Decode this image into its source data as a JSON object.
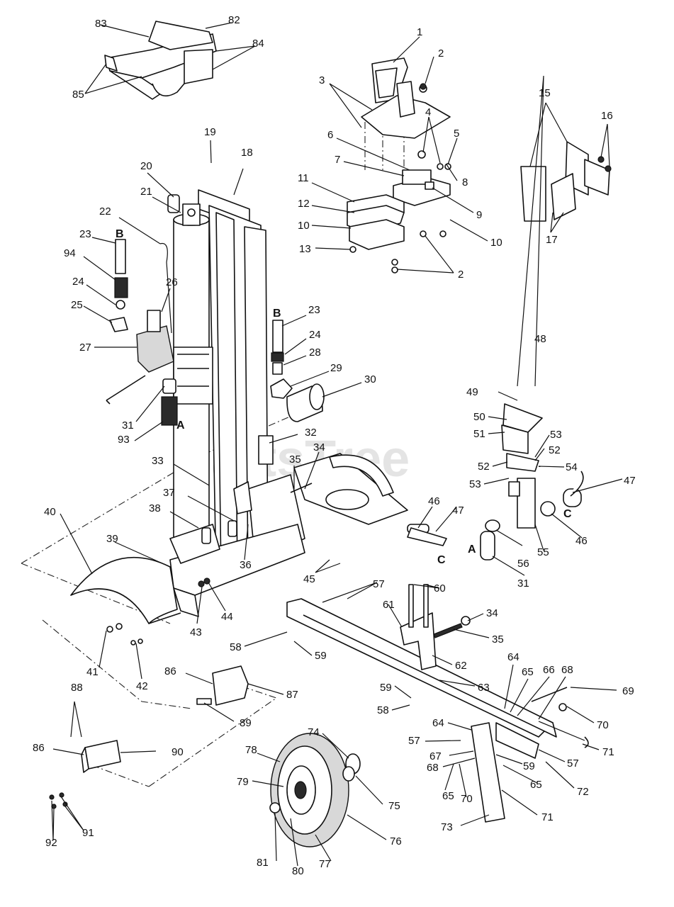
{
  "watermark": "PartsTree",
  "callouts": [
    {
      "id": "c1",
      "text": "1"
    },
    {
      "id": "c2a",
      "text": "2"
    },
    {
      "id": "c2b",
      "text": "2"
    },
    {
      "id": "c3",
      "text": "3"
    },
    {
      "id": "c4",
      "text": "4"
    },
    {
      "id": "c5",
      "text": "5"
    },
    {
      "id": "c6",
      "text": "6"
    },
    {
      "id": "c7",
      "text": "7"
    },
    {
      "id": "c8",
      "text": "8"
    },
    {
      "id": "c9",
      "text": "9"
    },
    {
      "id": "c10a",
      "text": "10"
    },
    {
      "id": "c10b",
      "text": "10"
    },
    {
      "id": "c11",
      "text": "11"
    },
    {
      "id": "c12",
      "text": "12"
    },
    {
      "id": "c13",
      "text": "13"
    },
    {
      "id": "c15",
      "text": "15"
    },
    {
      "id": "c16",
      "text": "16"
    },
    {
      "id": "c17",
      "text": "17"
    },
    {
      "id": "c18",
      "text": "18"
    },
    {
      "id": "c19",
      "text": "19"
    },
    {
      "id": "c20",
      "text": "20"
    },
    {
      "id": "c21",
      "text": "21"
    },
    {
      "id": "c22",
      "text": "22"
    },
    {
      "id": "c23a",
      "text": "23"
    },
    {
      "id": "c23b",
      "text": "23"
    },
    {
      "id": "c24a",
      "text": "24"
    },
    {
      "id": "c24b",
      "text": "24"
    },
    {
      "id": "c25",
      "text": "25"
    },
    {
      "id": "c26",
      "text": "26"
    },
    {
      "id": "c27",
      "text": "27"
    },
    {
      "id": "c28",
      "text": "28"
    },
    {
      "id": "c29",
      "text": "29"
    },
    {
      "id": "c30",
      "text": "30"
    },
    {
      "id": "c31a",
      "text": "31"
    },
    {
      "id": "c31b",
      "text": "31"
    },
    {
      "id": "c32",
      "text": "32"
    },
    {
      "id": "c33",
      "text": "33"
    },
    {
      "id": "c34a",
      "text": "34"
    },
    {
      "id": "c34b",
      "text": "34"
    },
    {
      "id": "c35a",
      "text": "35"
    },
    {
      "id": "c35b",
      "text": "35"
    },
    {
      "id": "c36",
      "text": "36"
    },
    {
      "id": "c37",
      "text": "37"
    },
    {
      "id": "c38",
      "text": "38"
    },
    {
      "id": "c39",
      "text": "39"
    },
    {
      "id": "c40",
      "text": "40"
    },
    {
      "id": "c41",
      "text": "41"
    },
    {
      "id": "c42",
      "text": "42"
    },
    {
      "id": "c43",
      "text": "43"
    },
    {
      "id": "c44",
      "text": "44"
    },
    {
      "id": "c45",
      "text": "45"
    },
    {
      "id": "c46a",
      "text": "46"
    },
    {
      "id": "c46b",
      "text": "46"
    },
    {
      "id": "c47a",
      "text": "47"
    },
    {
      "id": "c47b",
      "text": "47"
    },
    {
      "id": "c48",
      "text": "48"
    },
    {
      "id": "c49",
      "text": "49"
    },
    {
      "id": "c50",
      "text": "50"
    },
    {
      "id": "c51",
      "text": "51"
    },
    {
      "id": "c52a",
      "text": "52"
    },
    {
      "id": "c52b",
      "text": "52"
    },
    {
      "id": "c53a",
      "text": "53"
    },
    {
      "id": "c53b",
      "text": "53"
    },
    {
      "id": "c54",
      "text": "54"
    },
    {
      "id": "c55",
      "text": "55"
    },
    {
      "id": "c56",
      "text": "56"
    },
    {
      "id": "c57a",
      "text": "57"
    },
    {
      "id": "c57b",
      "text": "57"
    },
    {
      "id": "c57c",
      "text": "57"
    },
    {
      "id": "c58a",
      "text": "58"
    },
    {
      "id": "c58b",
      "text": "58"
    },
    {
      "id": "c59a",
      "text": "59"
    },
    {
      "id": "c59b",
      "text": "59"
    },
    {
      "id": "c59c",
      "text": "59"
    },
    {
      "id": "c60",
      "text": "60"
    },
    {
      "id": "c61",
      "text": "61"
    },
    {
      "id": "c62",
      "text": "62"
    },
    {
      "id": "c63",
      "text": "63"
    },
    {
      "id": "c64a",
      "text": "64"
    },
    {
      "id": "c64b",
      "text": "64"
    },
    {
      "id": "c65a",
      "text": "65"
    },
    {
      "id": "c65b",
      "text": "65"
    },
    {
      "id": "c65c",
      "text": "65"
    },
    {
      "id": "c66",
      "text": "66"
    },
    {
      "id": "c67",
      "text": "67"
    },
    {
      "id": "c68a",
      "text": "68"
    },
    {
      "id": "c68b",
      "text": "68"
    },
    {
      "id": "c69",
      "text": "69"
    },
    {
      "id": "c70a",
      "text": "70"
    },
    {
      "id": "c70b",
      "text": "70"
    },
    {
      "id": "c71a",
      "text": "71"
    },
    {
      "id": "c71b",
      "text": "71"
    },
    {
      "id": "c72",
      "text": "72"
    },
    {
      "id": "c73",
      "text": "73"
    },
    {
      "id": "c74",
      "text": "74"
    },
    {
      "id": "c75",
      "text": "75"
    },
    {
      "id": "c76",
      "text": "76"
    },
    {
      "id": "c77",
      "text": "77"
    },
    {
      "id": "c78",
      "text": "78"
    },
    {
      "id": "c79",
      "text": "79"
    },
    {
      "id": "c80",
      "text": "80"
    },
    {
      "id": "c81",
      "text": "81"
    },
    {
      "id": "c82",
      "text": "82"
    },
    {
      "id": "c83",
      "text": "83"
    },
    {
      "id": "c84",
      "text": "84"
    },
    {
      "id": "c85",
      "text": "85"
    },
    {
      "id": "c86a",
      "text": "86"
    },
    {
      "id": "c86b",
      "text": "86"
    },
    {
      "id": "c87",
      "text": "87"
    },
    {
      "id": "c88",
      "text": "88"
    },
    {
      "id": "c89",
      "text": "89"
    },
    {
      "id": "c90",
      "text": "90"
    },
    {
      "id": "c91",
      "text": "91"
    },
    {
      "id": "c92",
      "text": "92"
    },
    {
      "id": "c93",
      "text": "93"
    },
    {
      "id": "c94",
      "text": "94"
    }
  ],
  "connection_letters": [
    {
      "id": "lB1",
      "text": "B"
    },
    {
      "id": "lB2",
      "text": "B"
    },
    {
      "id": "lA1",
      "text": "A"
    },
    {
      "id": "lA2",
      "text": "A"
    },
    {
      "id": "lC1",
      "text": "C"
    },
    {
      "id": "lC2",
      "text": "C"
    }
  ]
}
